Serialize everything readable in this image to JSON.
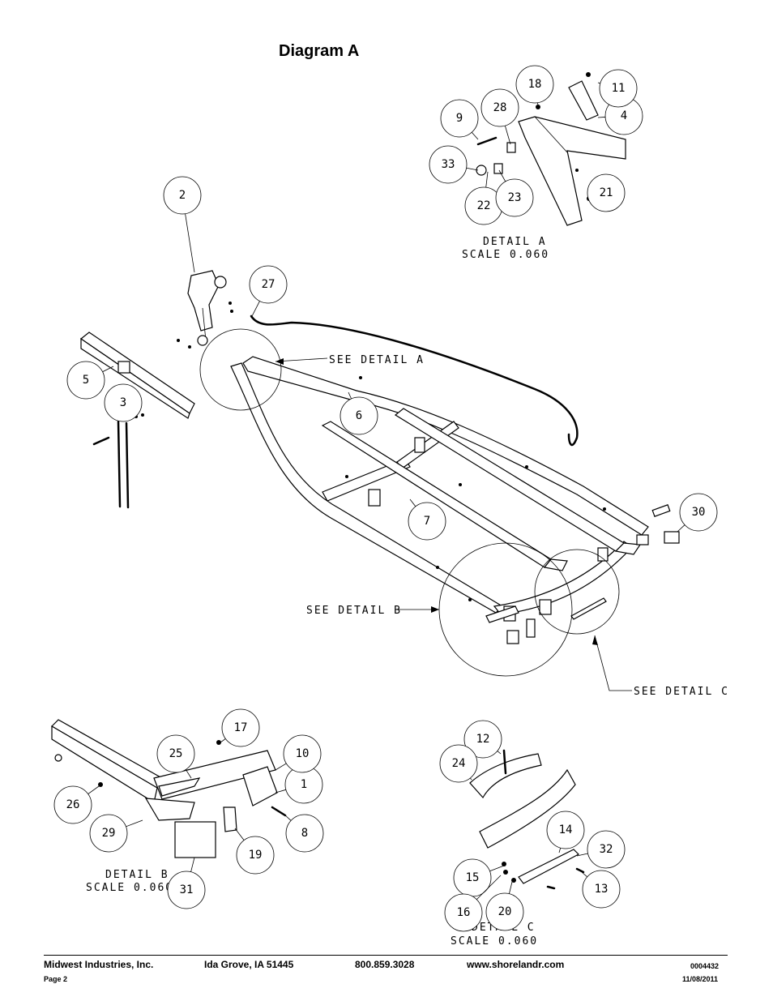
{
  "title": "Diagram A",
  "callouts": {
    "detail_a": "SEE DETAIL  A",
    "detail_b": "SEE DETAIL  B",
    "detail_c": "SEE DETAIL  C"
  },
  "details": {
    "a": {
      "name": "DETAIL  A",
      "scale": "SCALE  0.060"
    },
    "b": {
      "name": "DETAIL  B",
      "scale": "SCALE  0.060"
    },
    "c": {
      "name": "DETAIL  C",
      "scale": "SCALE  0.060"
    }
  },
  "parts": [
    "1",
    "2",
    "3",
    "4",
    "5",
    "6",
    "7",
    "8",
    "9",
    "10",
    "11",
    "12",
    "13",
    "14",
    "15",
    "16",
    "17",
    "18",
    "19",
    "20",
    "21",
    "22",
    "23",
    "24",
    "25",
    "26",
    "27",
    "28",
    "29",
    "30",
    "31",
    "32",
    "33"
  ],
  "footer": {
    "company": "Midwest Industries, Inc.",
    "city": "Ida Grove, IA  51445",
    "phone": "800.859.3028",
    "website": "www.shorelandr.com",
    "doc_number": "0004432",
    "page": "Page 2",
    "date": "11/08/2011"
  }
}
